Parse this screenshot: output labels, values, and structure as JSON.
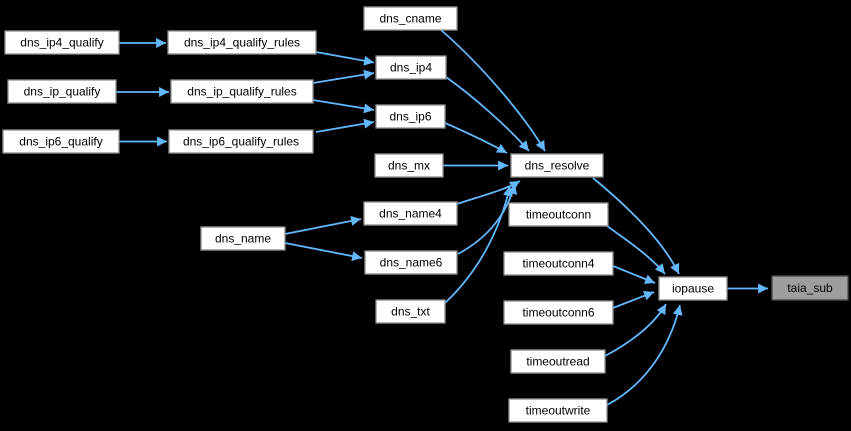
{
  "diagram": {
    "type": "call-graph",
    "colors": {
      "background": "#000000",
      "edge": "#63b8ff",
      "node_fill": "#ffffff",
      "node_border": "#909090",
      "node_text": "#000000",
      "current_fill": "#9e9e9e",
      "current_border": "#4c4c4c"
    },
    "nodes": {
      "dns_cname": {
        "label": "dns_cname",
        "kind": "function"
      },
      "dns_ip4_qualify": {
        "label": "dns_ip4_qualify",
        "kind": "function"
      },
      "dns_ip4_qualify_rules": {
        "label": "dns_ip4_qualify_rules",
        "kind": "function"
      },
      "dns_ip4": {
        "label": "dns_ip4",
        "kind": "function"
      },
      "dns_ip_qualify": {
        "label": "dns_ip_qualify",
        "kind": "function"
      },
      "dns_ip_qualify_rules": {
        "label": "dns_ip_qualify_rules",
        "kind": "function"
      },
      "dns_ip6": {
        "label": "dns_ip6",
        "kind": "function"
      },
      "dns_ip6_qualify": {
        "label": "dns_ip6_qualify",
        "kind": "function"
      },
      "dns_ip6_qualify_rules": {
        "label": "dns_ip6_qualify_rules",
        "kind": "function"
      },
      "dns_mx": {
        "label": "dns_mx",
        "kind": "function"
      },
      "dns_resolve": {
        "label": "dns_resolve",
        "kind": "function"
      },
      "dns_name4": {
        "label": "dns_name4",
        "kind": "function"
      },
      "timeoutconn": {
        "label": "timeoutconn",
        "kind": "function"
      },
      "dns_name": {
        "label": "dns_name",
        "kind": "function"
      },
      "dns_name6": {
        "label": "dns_name6",
        "kind": "function"
      },
      "timeoutconn4": {
        "label": "timeoutconn4",
        "kind": "function"
      },
      "iopause": {
        "label": "iopause",
        "kind": "function"
      },
      "taia_sub": {
        "label": "taia_sub",
        "kind": "current"
      },
      "dns_txt": {
        "label": "dns_txt",
        "kind": "function"
      },
      "timeoutconn6": {
        "label": "timeoutconn6",
        "kind": "function"
      },
      "timeoutread": {
        "label": "timeoutread",
        "kind": "function"
      },
      "timeoutwrite": {
        "label": "timeoutwrite",
        "kind": "function"
      }
    },
    "edges": [
      {
        "from": "dns_ip4_qualify",
        "to": "dns_ip4_qualify_rules"
      },
      {
        "from": "dns_ip_qualify",
        "to": "dns_ip_qualify_rules"
      },
      {
        "from": "dns_ip6_qualify",
        "to": "dns_ip6_qualify_rules"
      },
      {
        "from": "dns_ip4_qualify_rules",
        "to": "dns_ip4"
      },
      {
        "from": "dns_ip_qualify_rules",
        "to": "dns_ip4"
      },
      {
        "from": "dns_ip_qualify_rules",
        "to": "dns_ip6"
      },
      {
        "from": "dns_ip6_qualify_rules",
        "to": "dns_ip6"
      },
      {
        "from": "dns_cname",
        "to": "dns_resolve"
      },
      {
        "from": "dns_ip4",
        "to": "dns_resolve"
      },
      {
        "from": "dns_ip6",
        "to": "dns_resolve"
      },
      {
        "from": "dns_mx",
        "to": "dns_resolve"
      },
      {
        "from": "dns_name",
        "to": "dns_name4"
      },
      {
        "from": "dns_name",
        "to": "dns_name6"
      },
      {
        "from": "dns_name4",
        "to": "dns_resolve"
      },
      {
        "from": "dns_name6",
        "to": "dns_resolve"
      },
      {
        "from": "dns_txt",
        "to": "dns_resolve"
      },
      {
        "from": "dns_resolve",
        "to": "iopause"
      },
      {
        "from": "timeoutconn",
        "to": "iopause"
      },
      {
        "from": "timeoutconn4",
        "to": "iopause"
      },
      {
        "from": "timeoutconn6",
        "to": "iopause"
      },
      {
        "from": "timeoutread",
        "to": "iopause"
      },
      {
        "from": "timeoutwrite",
        "to": "iopause"
      },
      {
        "from": "iopause",
        "to": "taia_sub"
      }
    ]
  }
}
